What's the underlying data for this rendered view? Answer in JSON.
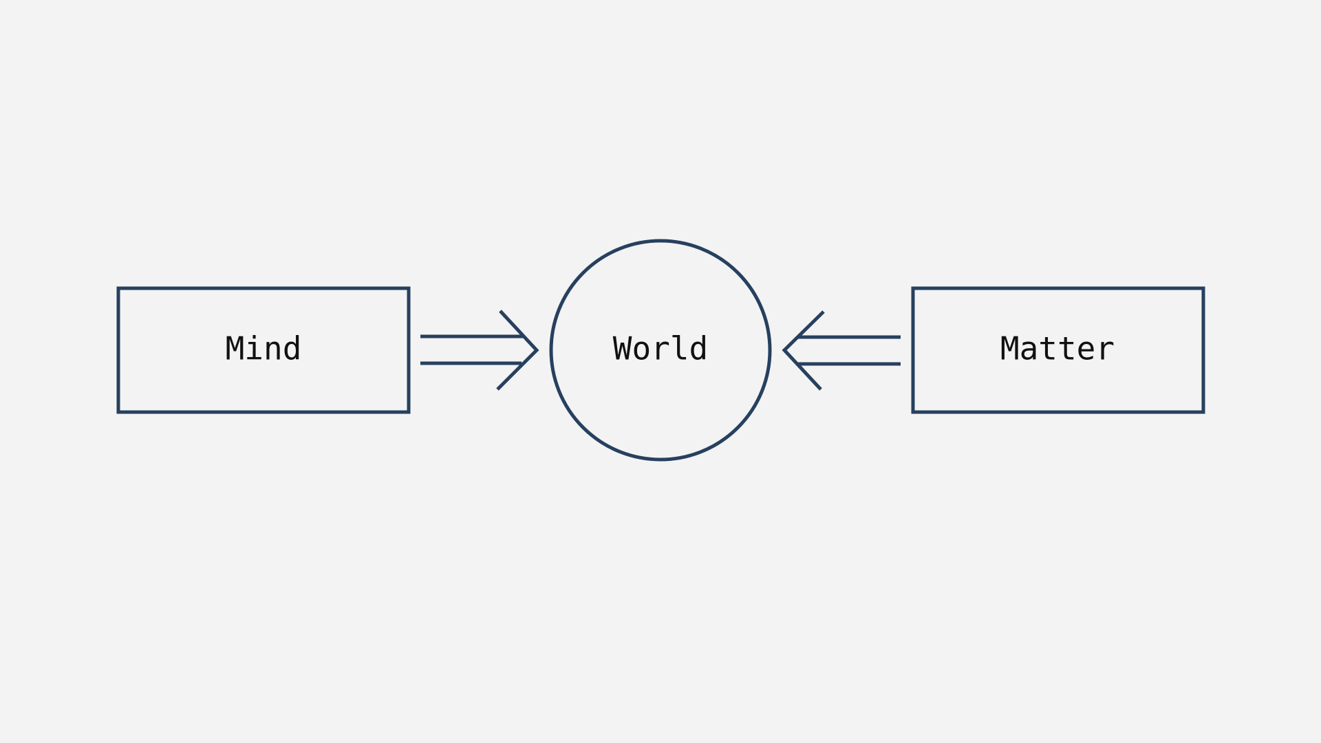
{
  "colors": {
    "background": "#f3f3f3",
    "stroke": "#27405f",
    "text": "#111111"
  },
  "nodes": {
    "left_box": {
      "label": "Mind",
      "shape": "rectangle"
    },
    "center_circle": {
      "label": "World",
      "shape": "circle"
    },
    "right_box": {
      "label": "Matter",
      "shape": "rectangle"
    }
  },
  "arrows": [
    {
      "from": "Mind",
      "to": "World",
      "style": "double-line"
    },
    {
      "from": "Matter",
      "to": "World",
      "style": "double-line"
    }
  ]
}
